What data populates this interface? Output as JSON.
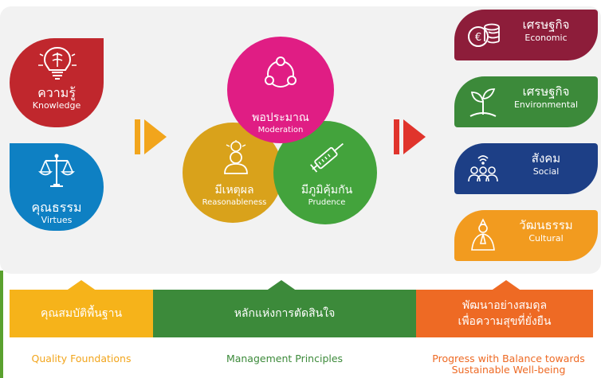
{
  "left": {
    "knowledge": {
      "th": "ความรู้",
      "en": "Knowledge",
      "icon": "brain-bulb-icon",
      "color": "#c0272d"
    },
    "virtues": {
      "th": "คุณธรรม",
      "en": "Virtues",
      "icon": "scales-icon",
      "color": "#0e80c3"
    }
  },
  "center": {
    "moderation": {
      "th": "พอประมาณ",
      "en": "Moderation",
      "icon": "cycle-icon",
      "color": "#e01d84"
    },
    "reasonableness": {
      "th": "มีเหตุผล",
      "en": "Reasonableness",
      "icon": "thinking-person-icon",
      "color": "#d9a21b"
    },
    "prudence": {
      "th": "มีภูมิคุ้มกัน",
      "en": "Prudence",
      "icon": "syringe-icon",
      "color": "#43a33c"
    }
  },
  "right": {
    "economic": {
      "th": "เศรษฐกิจ",
      "en": "Economic",
      "icon": "coins-icon",
      "color": "#8d1d3a"
    },
    "environmental": {
      "th": "เศรษฐกิจ",
      "en": "Environmental",
      "icon": "seedling-icon",
      "color": "#3c8a3a"
    },
    "social": {
      "th": "สังคม",
      "en": "Social",
      "icon": "people-network-icon",
      "color": "#1d3f86"
    },
    "cultural": {
      "th": "วัฒนธรรม",
      "en": "Cultural",
      "icon": "praying-figure-icon",
      "color": "#f29b1f"
    }
  },
  "arrows": {
    "left_color": "#f2a51c",
    "right_color": "#e0342c"
  },
  "bottom": {
    "foundations": {
      "th": "คุณสมบัติพื้นฐาน",
      "caption": "Quality Foundations",
      "color": "#f6b31a"
    },
    "principles": {
      "th": "หลักแห่งการตัดสินใจ",
      "caption": "Management Principles",
      "color": "#3c8a3a"
    },
    "progress": {
      "th_line1": "พัฒนาอย่างสมดุล",
      "th_line2": "เพื่อความสุขที่ยั่งยืน",
      "caption_line1": "Progress with Balance towards",
      "caption_line2": "Sustainable Well-being",
      "color": "#ee6a24"
    }
  }
}
